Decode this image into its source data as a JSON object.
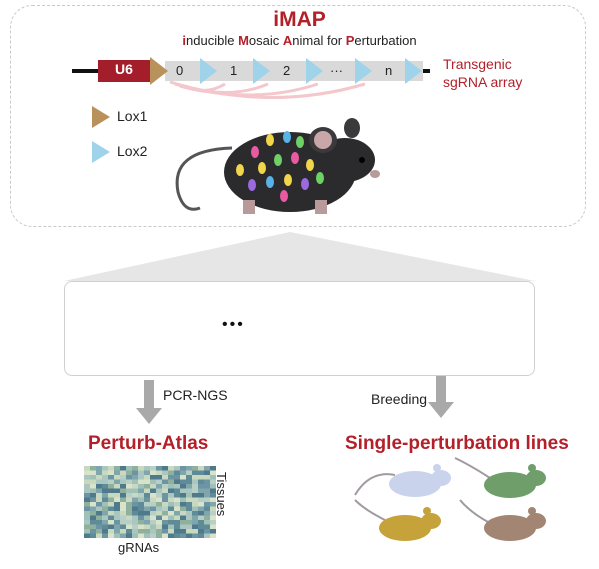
{
  "header": {
    "title": "iMAP",
    "subtitle_parts": [
      {
        "text": "i",
        "red": true
      },
      {
        "text": "nducible ",
        "red": false
      },
      {
        "text": "M",
        "red": true
      },
      {
        "text": "osaic ",
        "red": false
      },
      {
        "text": "A",
        "red": true
      },
      {
        "text": "nimal for ",
        "red": false
      },
      {
        "text": "P",
        "red": true
      },
      {
        "text": "erturbation",
        "red": false
      }
    ]
  },
  "array": {
    "promoter": "U6",
    "slots": [
      "0",
      "1",
      "2",
      "···",
      "n"
    ],
    "label_line1": "Transgenic",
    "label_line2": "sgRNA array"
  },
  "legend": {
    "lox1": "Lox1",
    "lox2": "Lox2",
    "lox1_color": "#b8925a",
    "lox2_color": "#9fd3ea"
  },
  "organs": {
    "ellipsis": "•••",
    "items": [
      "brain-icon",
      "intestine-icon",
      "liver-icon",
      "lung-icon",
      "sperm-icon"
    ]
  },
  "flows": {
    "left_label": "PCR-NGS",
    "right_label": "Breeding"
  },
  "outputs": {
    "left_title": "Perturb-Atlas",
    "right_title": "Single-perturbation lines",
    "heatmap_y": "Tissues",
    "heatmap_x": "gRNAs"
  },
  "colors": {
    "accent_red": "#b3202a",
    "mouse_colors": [
      "#c9d3ec",
      "#6f9e6b",
      "#c5a23a",
      "#a38573"
    ]
  }
}
